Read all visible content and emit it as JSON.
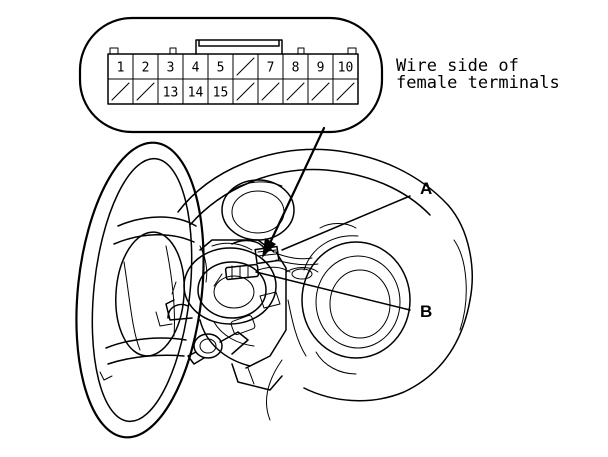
{
  "connector": {
    "top_row": [
      {
        "label": "1",
        "empty": false
      },
      {
        "label": "2",
        "empty": false
      },
      {
        "label": "3",
        "empty": false
      },
      {
        "label": "4",
        "empty": false
      },
      {
        "label": "5",
        "empty": false
      },
      {
        "label": "",
        "empty": true
      },
      {
        "label": "7",
        "empty": false
      },
      {
        "label": "8",
        "empty": false
      },
      {
        "label": "9",
        "empty": false
      },
      {
        "label": "10",
        "empty": false
      }
    ],
    "bottom_row": [
      {
        "label": "",
        "empty": true
      },
      {
        "label": "",
        "empty": true
      },
      {
        "label": "13",
        "empty": false
      },
      {
        "label": "14",
        "empty": false
      },
      {
        "label": "15",
        "empty": false
      },
      {
        "label": "",
        "empty": true
      },
      {
        "label": "",
        "empty": true
      },
      {
        "label": "",
        "empty": true
      },
      {
        "label": "",
        "empty": true
      },
      {
        "label": "",
        "empty": true
      }
    ]
  },
  "callout": {
    "line1": "Wire side of",
    "line2": "female terminals"
  },
  "labels": {
    "a": "A",
    "b": "B"
  },
  "colors": {
    "ink": "#000000",
    "paper": "#ffffff"
  }
}
